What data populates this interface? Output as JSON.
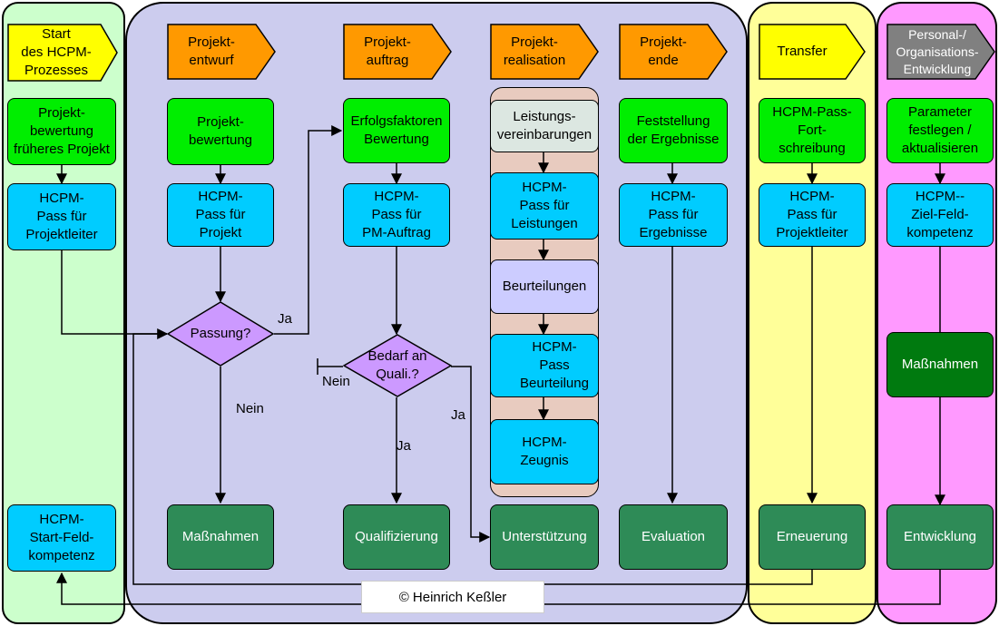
{
  "phases": {
    "start": "Start\ndes HCPM-\nProzesses",
    "entwurf": "Projekt-\nentwurf",
    "auftrag": "Projekt-\nauftrag",
    "realisation": "Projekt-\nrealisation",
    "ende": "Projekt-\nende",
    "transfer": "Transfer",
    "personal": "Personal-/\nOrganisations-\nEntwicklung"
  },
  "boxes": {
    "start_bewertung": "Projekt-\nbewertung\nfrüheres Projekt",
    "start_pass": "HCPM-\nPass für\nProjektleiter",
    "start_kompetenz": "HCPM-\nStart-Feld-\nkompetenz",
    "entwurf_bewertung": "Projekt-\nbewertung",
    "entwurf_pass": "HCPM-\nPass für\nProjekt",
    "entwurf_massnahmen": "Maßnahmen",
    "auftrag_erfolg": "Erfolgsfaktoren\nBewertung",
    "auftrag_pass": "HCPM-\nPass für\nPM-Auftrag",
    "auftrag_quali": "Qualifizierung",
    "real_leistungsvereinbarungen": "Leistungs-\nvereinbarungen",
    "real_pass_leistungen": "HCPM-\nPass für\nLeistungen",
    "real_beurteilungen": "Beurteilungen",
    "real_pass_beurteilung": "HCPM-\nPass\nBeurteilung",
    "real_zeugnis": "HCPM-\nZeugnis",
    "real_unterstuetzung": "Unterstützung",
    "ende_feststellung": "Feststellung\nder Ergebnisse",
    "ende_pass": "HCPM-\nPass für\nErgebnisse",
    "ende_evaluation": "Evaluation",
    "transfer_fort": "HCPM-Pass-\nFort-\nschreibung",
    "transfer_pass": "HCPM-\nPass für\nProjektleiter",
    "transfer_erneuerung": "Erneuerung",
    "pe_parameter": "Parameter\nfestlegen  /\naktualisieren",
    "pe_ziel": "HCPM--\nZiel-Feld-\nkompetenz",
    "pe_massnahmen": "Maßnahmen",
    "pe_entwicklung": "Entwicklung"
  },
  "decisions": {
    "passung": "Passung?",
    "bedarf": "Bedarf an\nQuali.?"
  },
  "labels": {
    "ja1": "Ja",
    "nein1": "Nein",
    "nein2": "Nein",
    "ja2": "Ja",
    "ja3": "Ja"
  },
  "copyright": "© Heinrich Keßler",
  "colors": {
    "phase_orange": "#ff9900",
    "phase_yellow": "#ffff00",
    "phase_gray": "#808080",
    "box_green": "#00ee00",
    "box_blue": "#00ccff",
    "box_darkgreen": "#2e8b57",
    "decision": "#cc99ff"
  }
}
